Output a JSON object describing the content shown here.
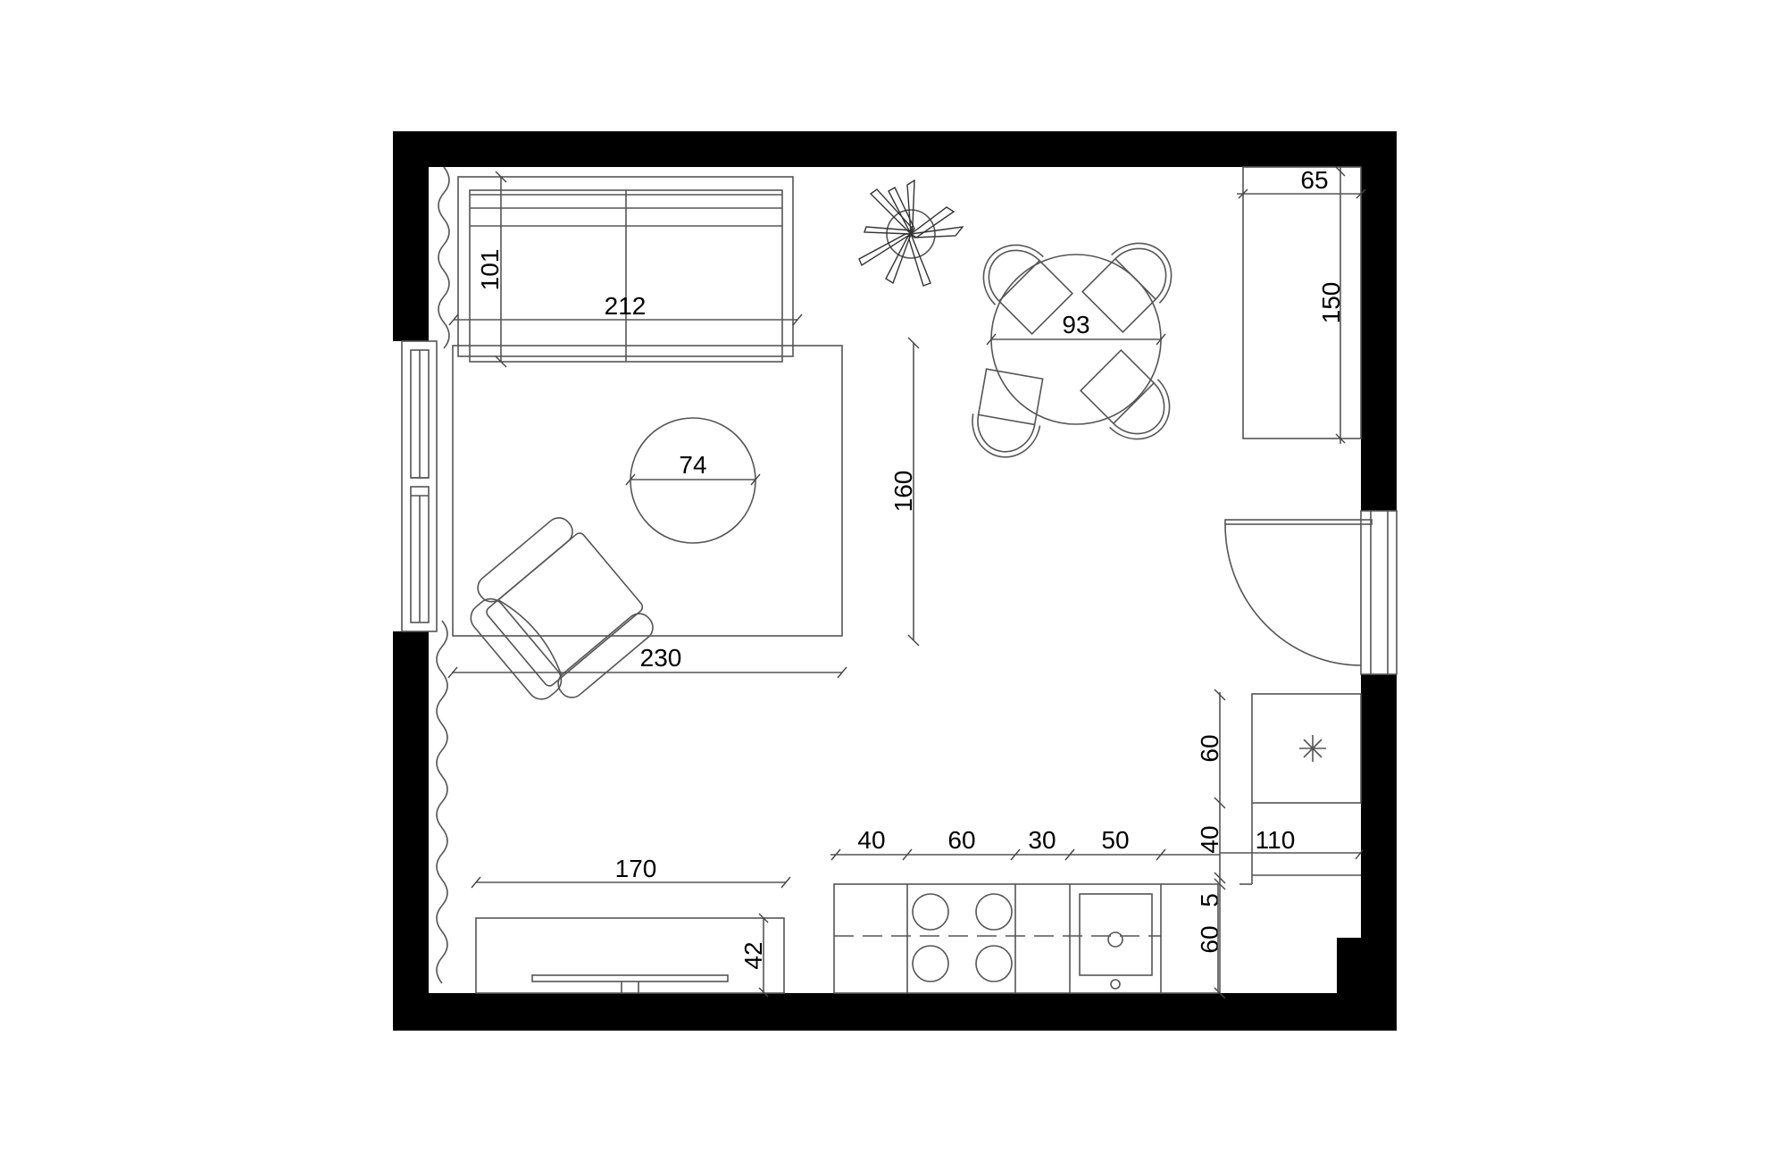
{
  "plan": {
    "type": "floor-plan",
    "units": "cm",
    "colors": {
      "wall": "#000000",
      "line": "#555555",
      "background": "#ffffff"
    }
  },
  "dimensions": {
    "sofa_depth": "101",
    "sofa_width": "212",
    "rug_width": "230",
    "rug_depth": "160",
    "coffee_table_diameter": "74",
    "dining_table_diameter": "93",
    "cabinet_width": "65",
    "cabinet_length": "150",
    "tv_unit_width": "170",
    "tv_unit_depth": "42",
    "kitchen_segments": [
      "40",
      "60",
      "30",
      "50"
    ],
    "fridge_depth": "60",
    "fridge_gap": "40",
    "counter_gap": "5",
    "counter_depth": "60",
    "fridge_width": "110"
  },
  "furniture": [
    {
      "name": "sofa",
      "icon": "sofa-icon"
    },
    {
      "name": "rug",
      "icon": "rug-icon"
    },
    {
      "name": "coffee-table",
      "icon": "round-table-icon"
    },
    {
      "name": "armchair",
      "icon": "armchair-icon"
    },
    {
      "name": "plant",
      "icon": "plant-icon"
    },
    {
      "name": "dining-table",
      "icon": "round-table-icon"
    },
    {
      "name": "dining-chairs",
      "count": 4,
      "icon": "chair-icon"
    },
    {
      "name": "cabinet",
      "icon": "cabinet-icon"
    },
    {
      "name": "entry-door",
      "icon": "door-swing-icon"
    },
    {
      "name": "window",
      "icon": "window-icon"
    },
    {
      "name": "curtains",
      "icon": "curtain-icon"
    },
    {
      "name": "tv-unit",
      "icon": "tv-icon"
    },
    {
      "name": "kitchen-counter",
      "icon": "counter-icon"
    },
    {
      "name": "cooktop",
      "burners": 4,
      "icon": "cooktop-icon"
    },
    {
      "name": "sink",
      "icon": "sink-icon"
    },
    {
      "name": "fridge",
      "icon": "fridge-icon"
    }
  ]
}
